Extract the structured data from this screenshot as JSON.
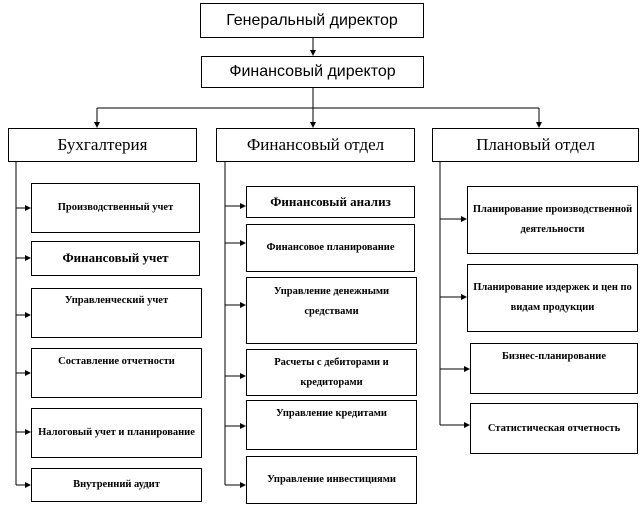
{
  "general_director": "Генеральный директор",
  "financial_director": "Финансовый директор",
  "departments": [
    {
      "name": "Бухгалтерия",
      "units": [
        "Производственный учет",
        "Финансовый учет",
        "Управленческий учет",
        "Составление отчетности",
        "Налоговый учет и планирование",
        "Внутренний аудит"
      ]
    },
    {
      "name": "Финансовый отдел",
      "units": [
        "Финансовый анализ",
        "Финансовое планирование",
        "Управление денежными средствами",
        "Расчеты с дебиторами и кредиторами",
        "Управление кредитами",
        "Управление инвестициями"
      ]
    },
    {
      "name": "Плановый отдел",
      "units": [
        "Планирование производственной деятельности",
        "Планирование издержек и цен по видам продукции",
        "Бизнес-планирование",
        "Статистическая отчетность"
      ]
    }
  ]
}
